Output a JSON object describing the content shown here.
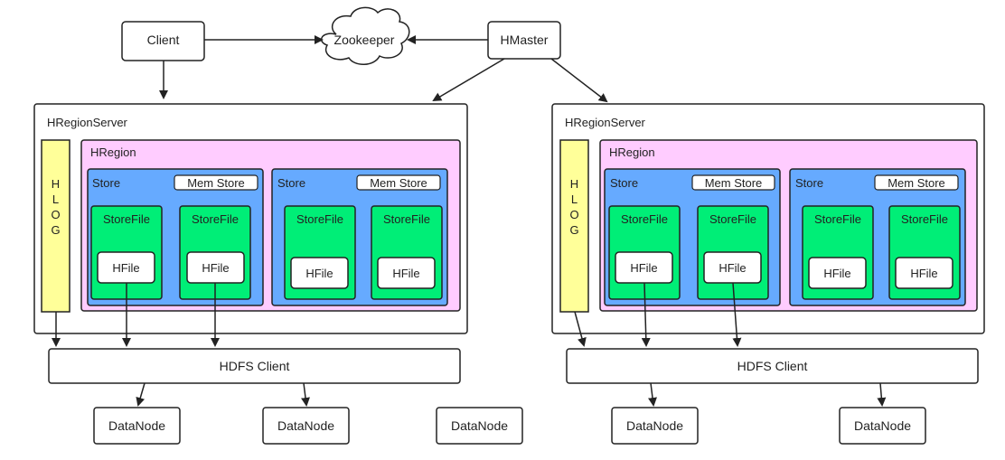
{
  "client": {
    "label": "Client"
  },
  "zookeeper": {
    "label": "Zookeeper"
  },
  "hmaster": {
    "label": "HMaster"
  },
  "region_servers": [
    {
      "title": "HRegionServer",
      "hlog": "HLOG",
      "hregion": "HRegion",
      "stores": [
        {
          "label": "Store",
          "memstore": "Mem Store",
          "storefiles": [
            {
              "label": "StoreFile",
              "hfile": "HFile"
            },
            {
              "label": "StoreFile",
              "hfile": "HFile"
            }
          ]
        },
        {
          "label": "Store",
          "memstore": "Mem Store",
          "storefiles": [
            {
              "label": "StoreFile",
              "hfile": "HFile"
            },
            {
              "label": "StoreFile",
              "hfile": "HFile"
            }
          ]
        }
      ],
      "hdfs_client": "HDFS Client"
    },
    {
      "title": "HRegionServer",
      "hlog": "HLOG",
      "hregion": "HRegion",
      "stores": [
        {
          "label": "Store",
          "memstore": "Mem Store",
          "storefiles": [
            {
              "label": "StoreFile",
              "hfile": "HFile"
            },
            {
              "label": "StoreFile",
              "hfile": "HFile"
            }
          ]
        },
        {
          "label": "Store",
          "memstore": "Mem Store",
          "storefiles": [
            {
              "label": "StoreFile",
              "hfile": "HFile"
            },
            {
              "label": "StoreFile",
              "hfile": "HFile"
            }
          ]
        }
      ],
      "hdfs_client": "HDFS Client"
    }
  ],
  "datanodes": [
    {
      "label": "DataNode"
    },
    {
      "label": "DataNode"
    },
    {
      "label": "DataNode"
    },
    {
      "label": "DataNode"
    },
    {
      "label": "DataNode"
    }
  ],
  "colors": {
    "hregion": "#FFCCFF",
    "store": "#66AAFF",
    "storefile": "#00EE77",
    "hlog": "#FFFF99",
    "stroke": "#222222"
  }
}
